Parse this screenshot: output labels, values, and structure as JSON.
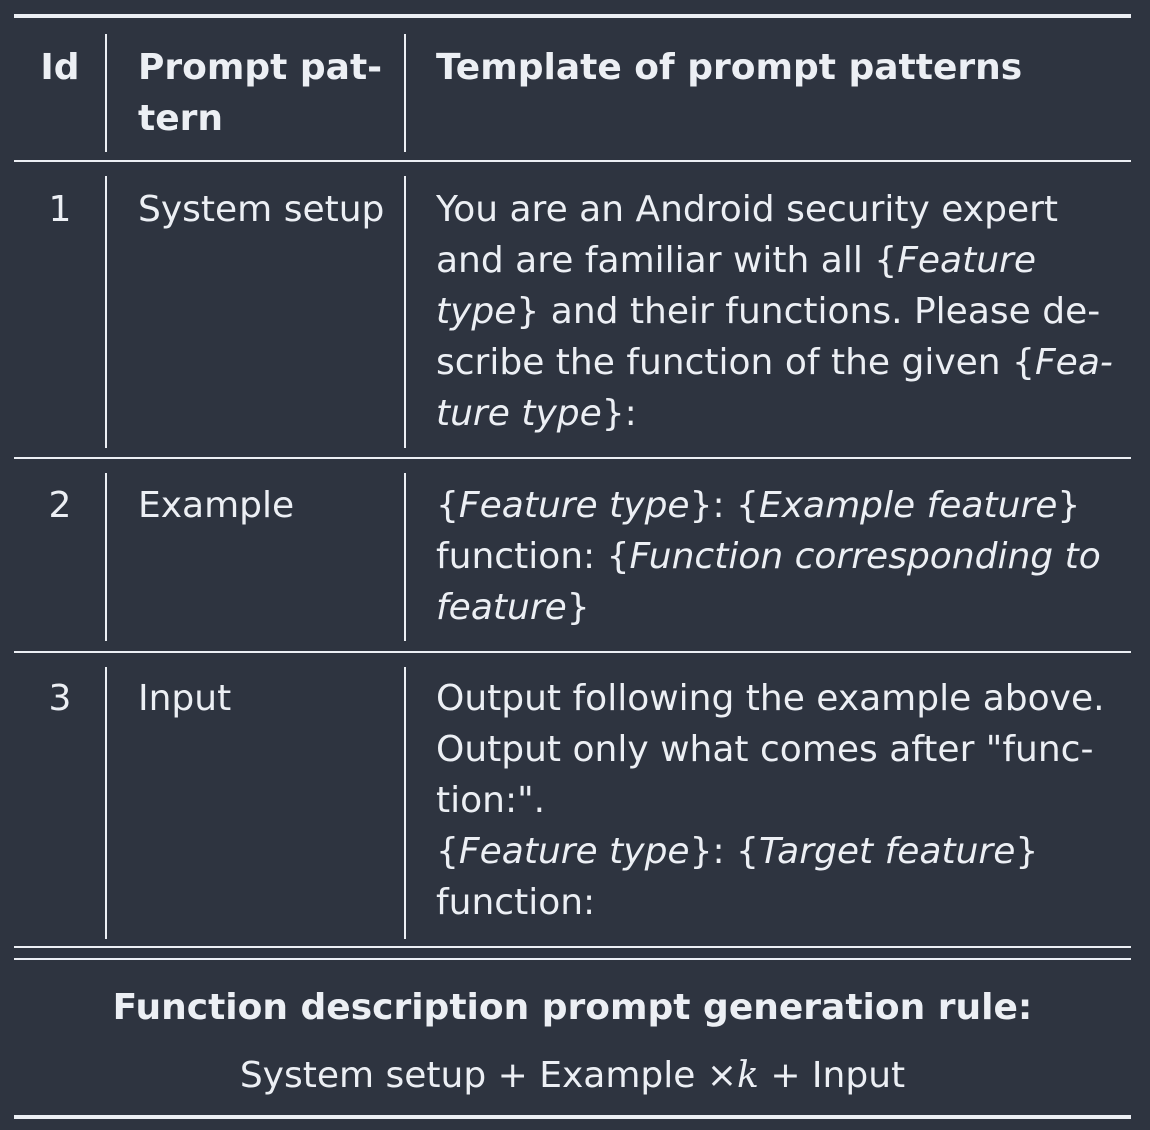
{
  "table": {
    "header": {
      "id": "Id",
      "pattern_1": "Prompt pat-",
      "pattern_2": "tern",
      "template": "Template of prompt patterns"
    },
    "rows": [
      {
        "id": "1",
        "pattern": "System setup",
        "lines": [
          {
            "a": "You are an Android security expert"
          },
          {
            "a": "and are familiar with all {",
            "b": "Feature"
          },
          {
            "b": "type",
            "c": "} and their functions. Please de-"
          },
          {
            "a": "scribe the function of the given {",
            "b": "Fea-"
          },
          {
            "b": "ture type",
            "c": "}:"
          }
        ]
      },
      {
        "id": "2",
        "pattern": "Example",
        "lines": [
          {
            "a": "{",
            "b": "Feature type",
            "c": "}: {",
            "d": "Example feature",
            "e": "}"
          },
          {
            "a": "function: {",
            "b": "Function corresponding to"
          },
          {
            "b": "feature",
            "c": "}"
          }
        ]
      },
      {
        "id": "3",
        "pattern": "Input",
        "lines": [
          {
            "a": "Output following the example above."
          },
          {
            "a": "Output only what comes after \"func-"
          },
          {
            "a": "tion:\"."
          },
          {
            "a": "{",
            "b": "Feature type",
            "c": "}: {",
            "d": "Target feature",
            "e": "}"
          },
          {
            "a": "function:"
          }
        ]
      }
    ]
  },
  "footer": {
    "rule_title": "Function description prompt generation rule:",
    "formula_part1": "System setup + Example ×",
    "formula_k": "k",
    "formula_part2": " + Input"
  }
}
